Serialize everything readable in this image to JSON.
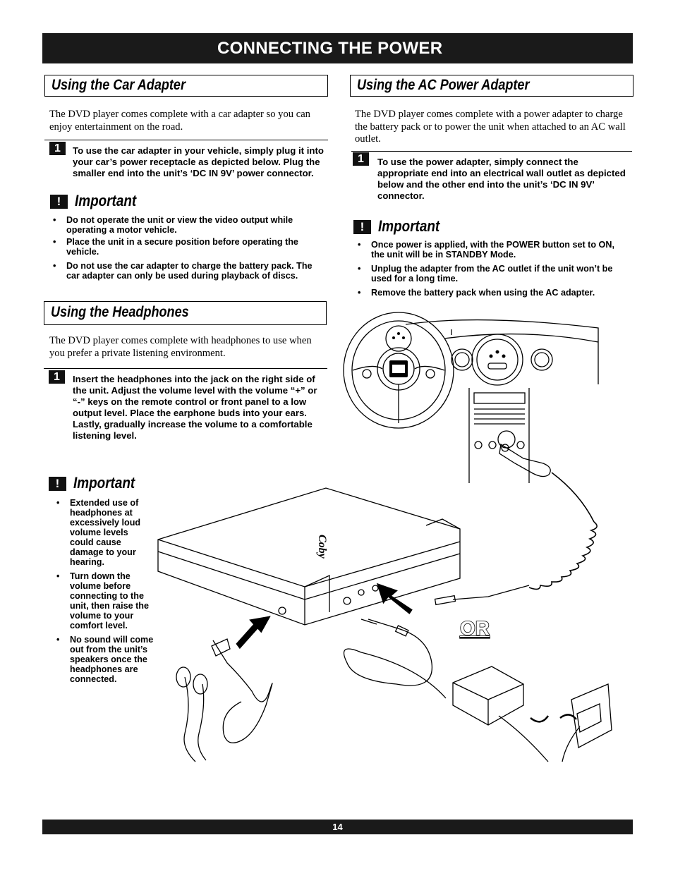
{
  "page": {
    "title": "CONNECTING THE POWER",
    "page_number": "14"
  },
  "car_adapter": {
    "heading": "Using the Car Adapter",
    "intro": "The DVD player comes complete with a car adapter so you can enjoy entertainment on the road.",
    "step_number": "1",
    "step_text": "To use the car adapter in your vehicle, simply plug it into your car’s power receptacle as depicted below. Plug the smaller end into the unit’s ‘DC IN 9V’ power connector.",
    "important_icon": "!",
    "important_label": "Important",
    "bullets": [
      "Do not operate the unit or view the video output while operating a motor vehicle.",
      "Place the unit in a secure position before operating the vehicle.",
      "Do not use the car adapter to charge the battery pack. The car adapter can only be used during playback of discs."
    ]
  },
  "ac_adapter": {
    "heading": "Using the AC Power Adapter",
    "intro": "The DVD player comes complete with a power adapter to charge the battery pack or to power the unit when attached to an AC wall outlet.",
    "step_number": "1",
    "step_text": "To use the power adapter, simply connect the appropriate end into an electrical wall outlet as depicted below and the other end into the unit’s ‘DC IN 9V’ connector.",
    "important_icon": "!",
    "important_label": "Important",
    "bullets": [
      "Once power is applied, with the POWER button set to ON, the unit will be in STANDBY Mode.",
      "Unplug the adapter from the AC outlet if the unit won’t be used for a long time.",
      "Remove the battery pack when using the AC adapter."
    ]
  },
  "headphones": {
    "heading": "Using the Headphones",
    "intro": "The DVD player comes complete with headphones to use when you prefer a private listening environment.",
    "step_number": "1",
    "step_text": "Insert the headphones into the jack on the right side of the unit. Adjust the volume level with the volume “+” or “-” keys on the remote control or front panel to a low output level. Place the earphone buds into your ears. Lastly, gradually increase the volume to a comfortable listening level.",
    "important_icon": "!",
    "important_label": "Important",
    "bullets": [
      "Extended use of headphones at excessively loud volume levels could cause damage to your hearing.",
      "Turn down the volume before connecting to the unit, then raise the volume to your comfort level.",
      "No sound will come out from the unit’s speakers once the headphones are connected."
    ]
  },
  "illustration": {
    "or_label": "OR",
    "dvd_brand": "Coby"
  }
}
